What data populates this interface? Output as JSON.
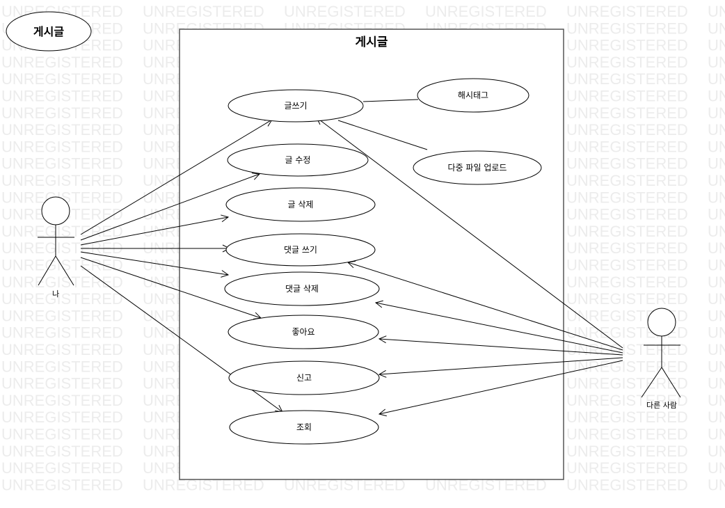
{
  "diagram": {
    "frame_label": "게시글",
    "system_title": "게시글",
    "watermark": "UNREGISTERED",
    "actors": {
      "me": "나",
      "other": "다른 사람"
    },
    "use_cases": {
      "write": "글쓰기",
      "edit": "글 수정",
      "delete": "글 삭제",
      "comment_write": "댓글 쓰기",
      "comment_delete": "댓글 삭제",
      "like": "좋아요",
      "report": "신고",
      "view": "조회",
      "hashtag": "해시태그",
      "multi_upload": "다중 파일 업로드"
    }
  }
}
